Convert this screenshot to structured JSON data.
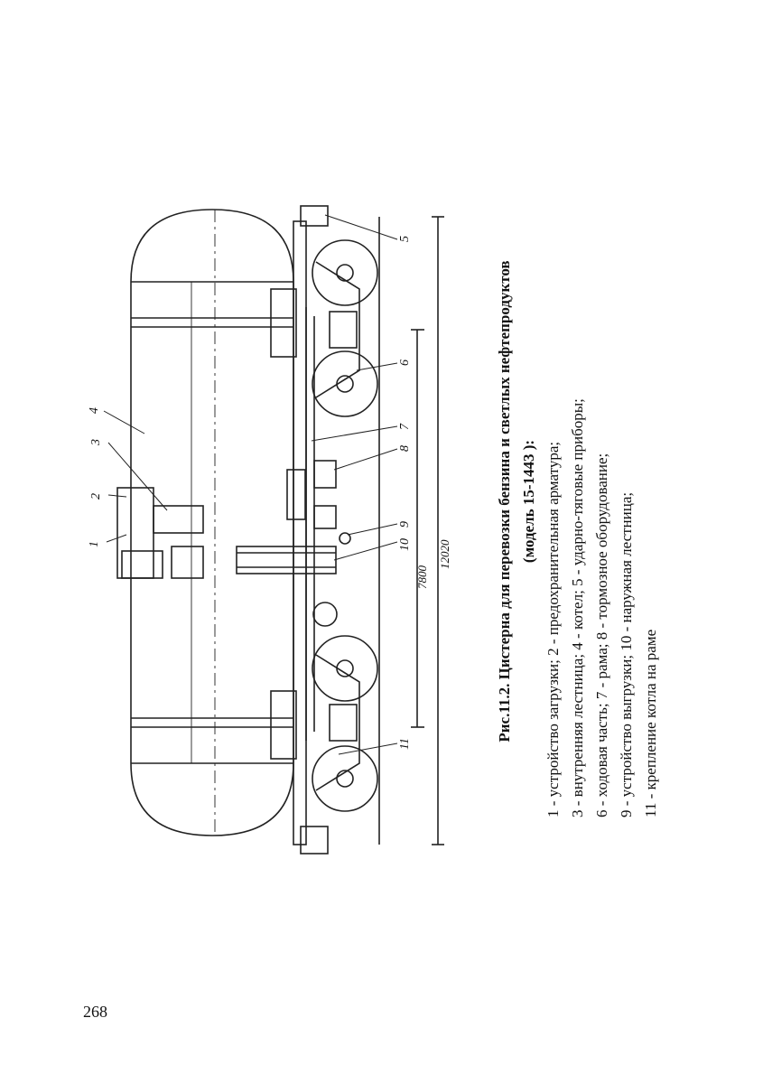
{
  "page_number": "268",
  "figure": {
    "caption_title_line1": "Рис.11.2. Цистерна для перевозки бензина и светлых нефтепродуктов",
    "caption_title_line2": "(модель 15-1443 ):",
    "legend_lines": [
      "1 - устройство загрузки; 2 - предохранительная арматура;",
      "3 - внутренняя лестница; 4 - котел; 5 - ударно-тяговые приборы;",
      "6 - ходовая часть; 7 - рама; 8 - тормозное оборудование;",
      "9 - устройство выгрузки; 10 - наружная лестница;",
      "11 - крепление котла на раме"
    ],
    "part_labels": [
      "1",
      "2",
      "3",
      "4",
      "5",
      "6",
      "7",
      "8",
      "9",
      "10",
      "11"
    ],
    "dimensions": {
      "bogie_base": "7800",
      "overall_length": "12020"
    }
  }
}
